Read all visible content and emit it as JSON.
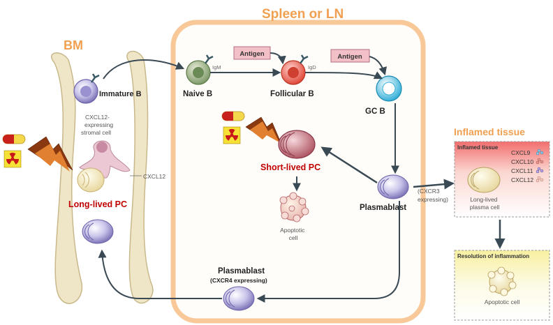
{
  "title": "Spleen or LN",
  "bone_marrow": {
    "label": "BM",
    "immature_b": "Immature B",
    "stromal_cell": [
      "CXCL12-",
      "expressing",
      "stromal cell"
    ],
    "cxcl12": "CXCL12",
    "long_lived_pc": "Long-lived PC"
  },
  "spleen": {
    "naive_b": "Naive B",
    "igm": "IgM",
    "antigen_1": "Antigen",
    "follicular_b": "Follicular B",
    "igd": "IgD",
    "antigen_2": "Antigen",
    "gc_b": "GC B",
    "short_lived_pc": "Short-lived PC",
    "apoptotic_cell": [
      "Apoptotic",
      "cell"
    ],
    "plasmablast": "Plasmablast",
    "cxcr3": [
      "(CXCR3",
      "expressing)"
    ]
  },
  "bottom": {
    "plasmablast": "Plasmablast",
    "cxcr4": "(CXCR4 expressing)"
  },
  "inflamed": {
    "heading": "Inflamed tissue",
    "box_title": "Inflamed tissue",
    "chemokines": [
      "CXCL9",
      "CXCL10",
      "CXCL11",
      "CXCL12"
    ],
    "long_lived_plasma": [
      "Long-lived",
      "plasma cell"
    ],
    "resolution_title": "Resolution of inflammation",
    "apoptotic_cell": "Apoptotic cell"
  },
  "colors": {
    "orange": "#f0a050",
    "bone": "#efe6c8",
    "arrow": "#3a4a55",
    "red_label": "#c00000"
  }
}
